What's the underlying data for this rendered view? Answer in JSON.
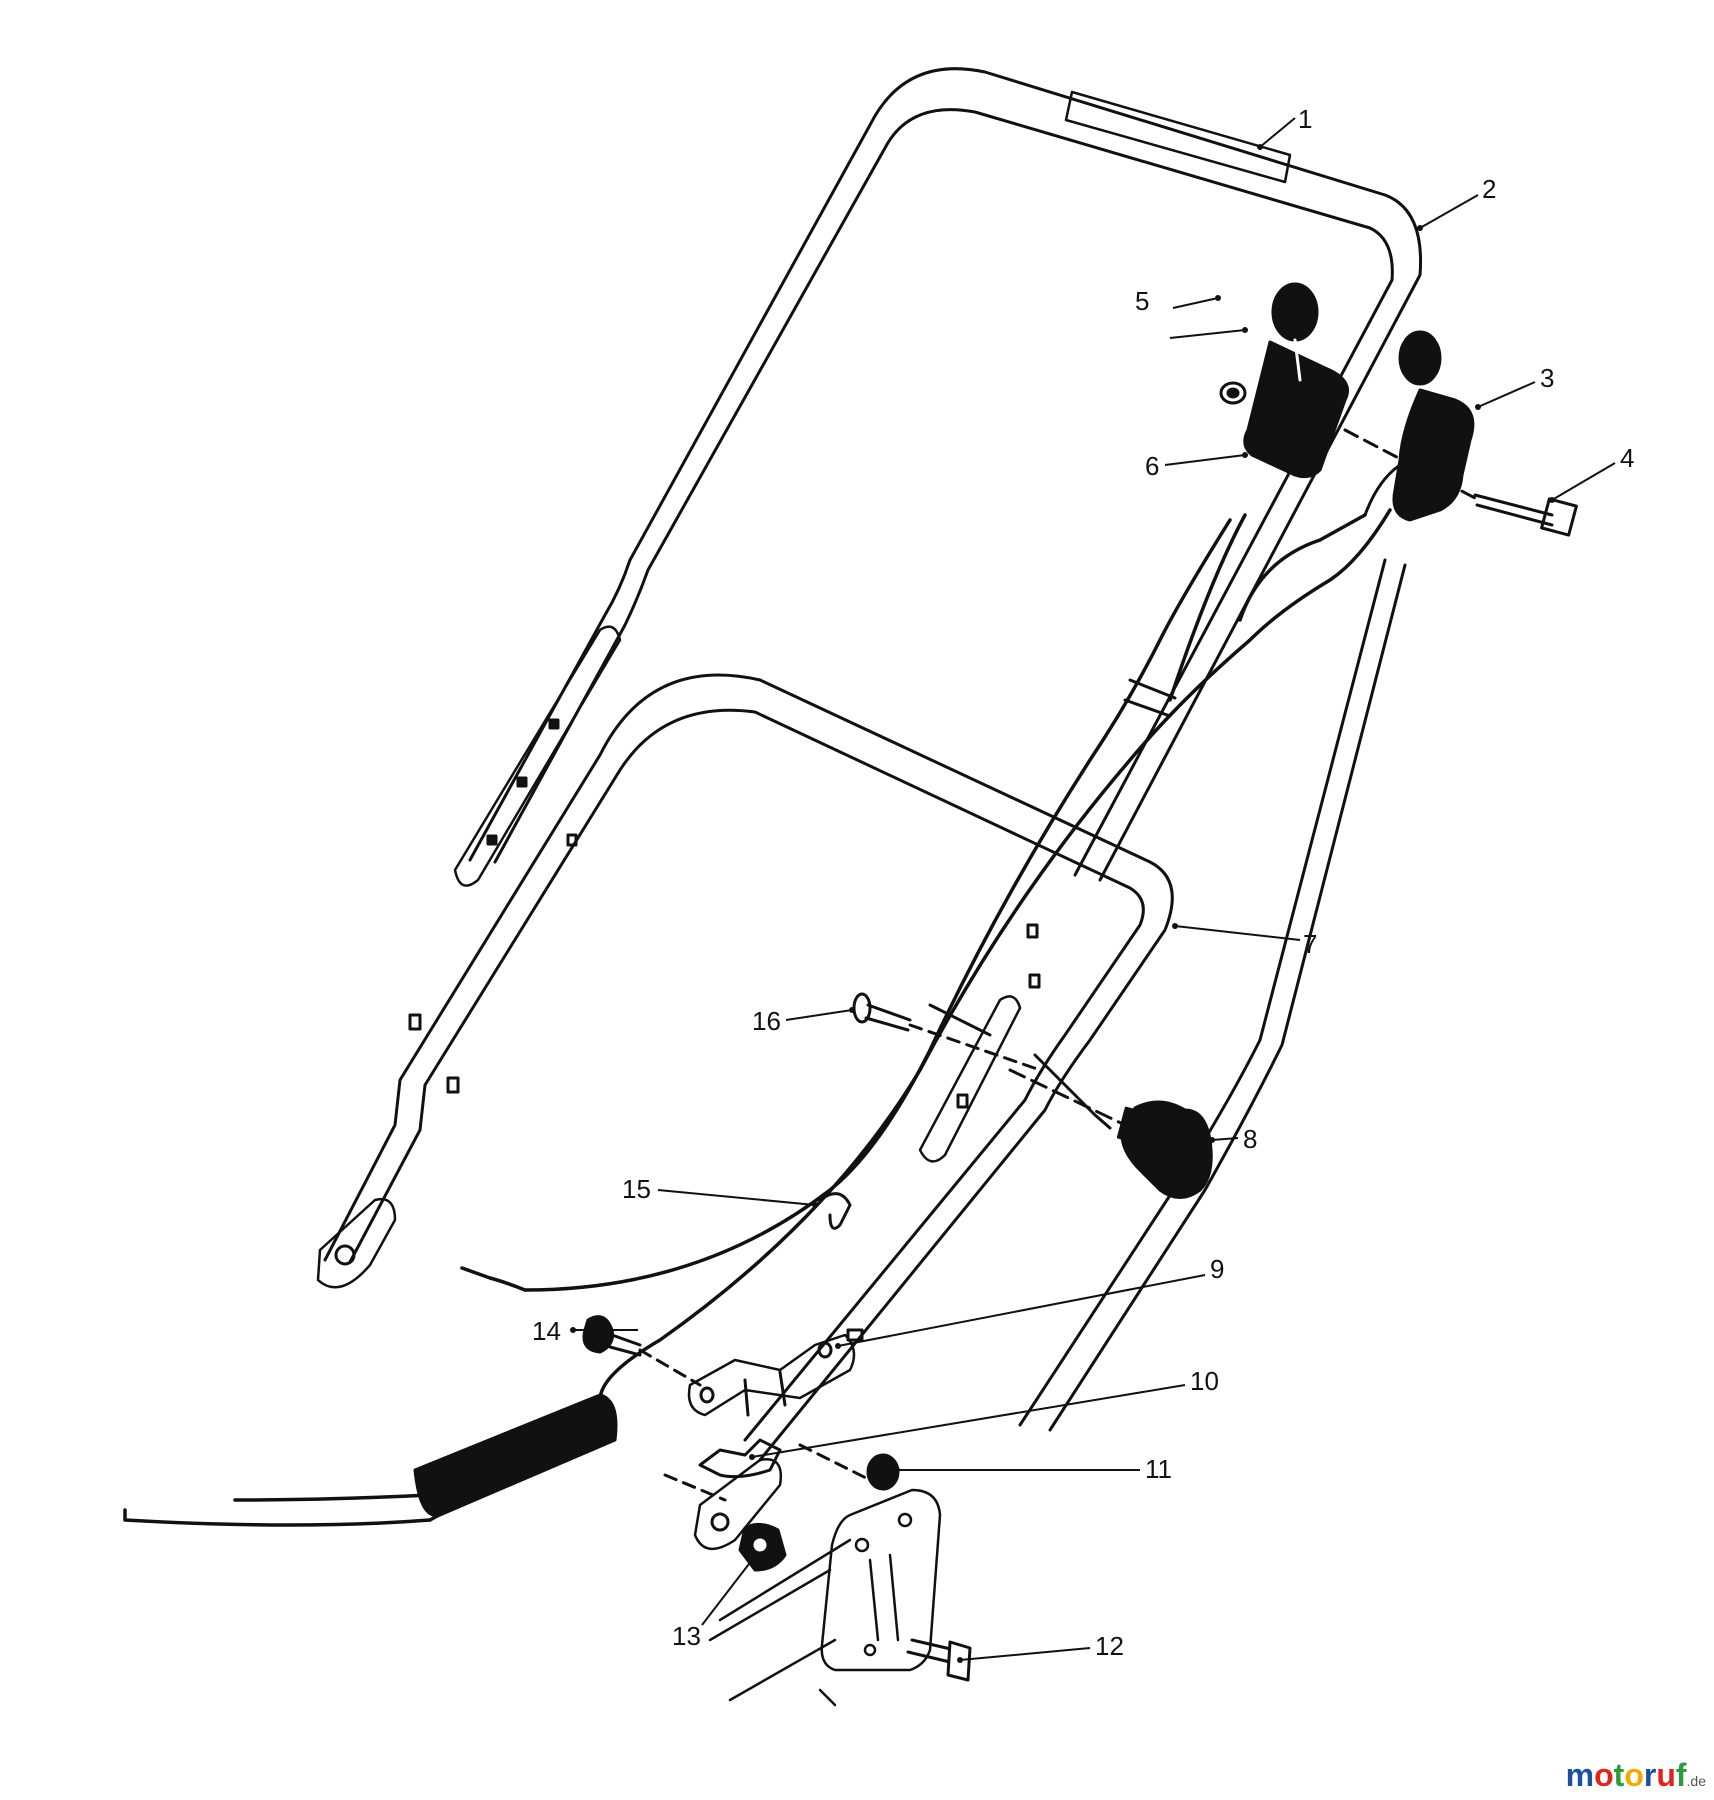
{
  "diagram": {
    "callouts": [
      {
        "id": "1",
        "label": "1"
      },
      {
        "id": "2",
        "label": "2"
      },
      {
        "id": "3",
        "label": "3"
      },
      {
        "id": "4",
        "label": "4"
      },
      {
        "id": "5",
        "label": "5"
      },
      {
        "id": "6",
        "label": "6"
      },
      {
        "id": "7",
        "label": "7"
      },
      {
        "id": "8",
        "label": "8"
      },
      {
        "id": "9",
        "label": "9"
      },
      {
        "id": "10",
        "label": "10"
      },
      {
        "id": "11",
        "label": "11"
      },
      {
        "id": "12",
        "label": "12"
      },
      {
        "id": "13",
        "label": "13"
      },
      {
        "id": "14",
        "label": "14"
      },
      {
        "id": "15",
        "label": "15"
      },
      {
        "id": "16",
        "label": "16"
      }
    ]
  },
  "watermark": {
    "letters": [
      "m",
      "o",
      "t",
      "o",
      "r",
      "u",
      "f"
    ],
    "colors": [
      "#1d4fa0",
      "#e2231a",
      "#2e9b3a",
      "#f2a900",
      "#1d4fa0",
      "#e2231a",
      "#2e9b3a"
    ],
    "suffix": ".de"
  }
}
